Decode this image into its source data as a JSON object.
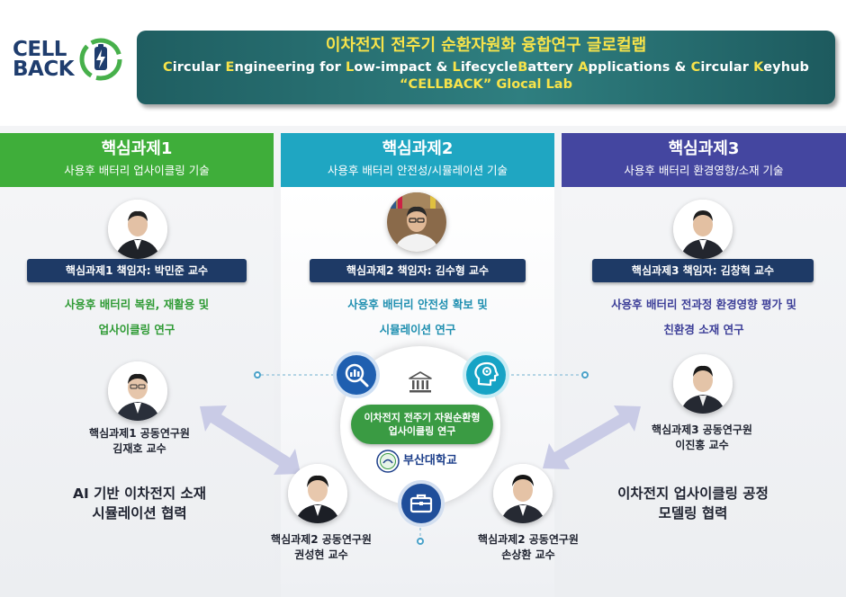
{
  "logo": {
    "line1": "CELL",
    "line2": "BACK"
  },
  "header": {
    "title_ko": "이차전지 전주기 순환자원화 융합연구 글로컬랩",
    "title_en_parts": [
      {
        "t": "C",
        "hl": true
      },
      {
        "t": "ircular ",
        "hl": false
      },
      {
        "t": "E",
        "hl": true
      },
      {
        "t": "ngineering for ",
        "hl": false
      },
      {
        "t": "L",
        "hl": true
      },
      {
        "t": "ow-impact & ",
        "hl": false
      },
      {
        "t": "L",
        "hl": true
      },
      {
        "t": "ifecycle",
        "hl": false
      },
      {
        "t": "B",
        "hl": true
      },
      {
        "t": "attery ",
        "hl": false
      },
      {
        "t": "A",
        "hl": true
      },
      {
        "t": "pplications & ",
        "hl": false
      },
      {
        "t": "C",
        "hl": true
      },
      {
        "t": "ircular ",
        "hl": false
      },
      {
        "t": "K",
        "hl": true
      },
      {
        "t": "eyhub",
        "hl": false
      }
    ],
    "subtitle": "“CELLBACK” Glocal Lab"
  },
  "columns": [
    {
      "title": "핵심과제1",
      "subtitle": "사용후 배터리 업사이클링 기술",
      "lead": "핵심과제1 책임자: 박민준 교수",
      "desc_line1": "사용후 배터리 복원, 재활용 및",
      "desc_line2": "업사이클링 연구",
      "member_line1": "핵심과제1 공동연구원",
      "member_line2": "김재호 교수",
      "collab_line1": "AI 기반 이차전지 소재",
      "collab_line2": "시뮬레이션 협력"
    },
    {
      "title": "핵심과제2",
      "subtitle": "사용후 배터리 안전성/시뮬레이션 기술",
      "lead": "핵심과제2 책임자: 김수형 교수",
      "desc_line1": "사용후 배터리 안전성 확보 및",
      "desc_line2": "시뮬레이션 연구",
      "member_a_line1": "핵심과제2 공동연구원",
      "member_a_line2": "권성현 교수",
      "member_b_line1": "핵심과제2 공동연구원",
      "member_b_line2": "손상환 교수"
    },
    {
      "title": "핵심과제3",
      "subtitle": "사용후 배터리 환경영향/소재 기술",
      "lead": "핵심과제3 책임자: 김창혁 교수",
      "desc_line1": "사용후 배터리 전과정 환경영향 평가 및",
      "desc_line2": "친환경 소재 연구",
      "member_line1": "핵심과제3 공동연구원",
      "member_line2": "이진홍 교수",
      "collab_line1": "이차전지 업사이클링 공정",
      "collab_line2": "모델링 협력"
    }
  ],
  "hub": {
    "badge_line1": "이차전지 전주기 자원순환형",
    "badge_line2": "업사이클링 연구",
    "university": "부산대학교",
    "icons": [
      "analytics-icon",
      "ai-brain-icon",
      "institution-icon",
      "briefcase-icon"
    ]
  },
  "colors": {
    "green": "#3fae3a",
    "cyan": "#1fa6c2",
    "indigo": "#4446a0",
    "navy": "#1e3a66",
    "teal_header": "#2f7f80",
    "yellow": "#f7e34a"
  }
}
